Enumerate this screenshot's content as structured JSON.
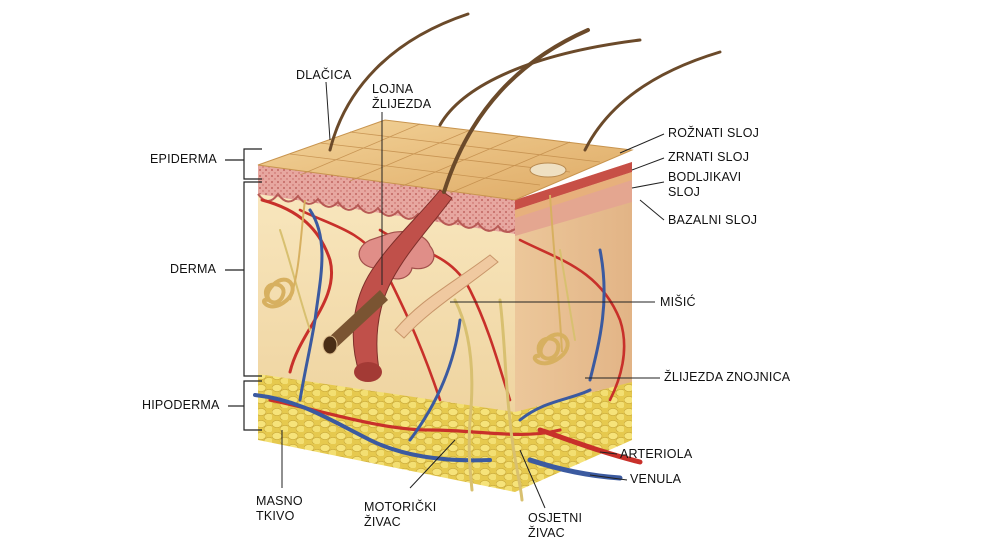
{
  "labels": {
    "dlacica": "DLAČICA",
    "lojna": [
      "LOJNA",
      "ŽLIJEZDA"
    ],
    "epiderma": "EPIDERMA",
    "derma": "DERMA",
    "hipoderma": "HIPODERMA",
    "roznati": "ROŽNATI SLOJ",
    "zrnati": "ZRNATI SLOJ",
    "bodljikavi": [
      "BODLJIKAVI",
      "SLOJ"
    ],
    "bazalni": "BAZALNI SLOJ",
    "misic": "MIŠIĆ",
    "znojnica": "ŽLIJEZDA ZNOJNICA",
    "arteriola": "ARTERIOLA",
    "venula": "VENULA",
    "masno": [
      "MASNO",
      "TKIVO"
    ],
    "motoricki": [
      "MOTORIČKI",
      "ŽIVAC"
    ],
    "osjetni": [
      "OSJETNI",
      "ŽIVAC"
    ]
  },
  "colors": {
    "skin_surface": "#e9c27a",
    "epidermis_side": "#d9a27e",
    "dermis": "#f5deb0",
    "fat": "#f1df6a",
    "artery": "#c8302a",
    "vein": "#3b5aa0",
    "nerve": "#e8d48a",
    "hair": "#6b4a2a",
    "label_line": "#222222"
  }
}
